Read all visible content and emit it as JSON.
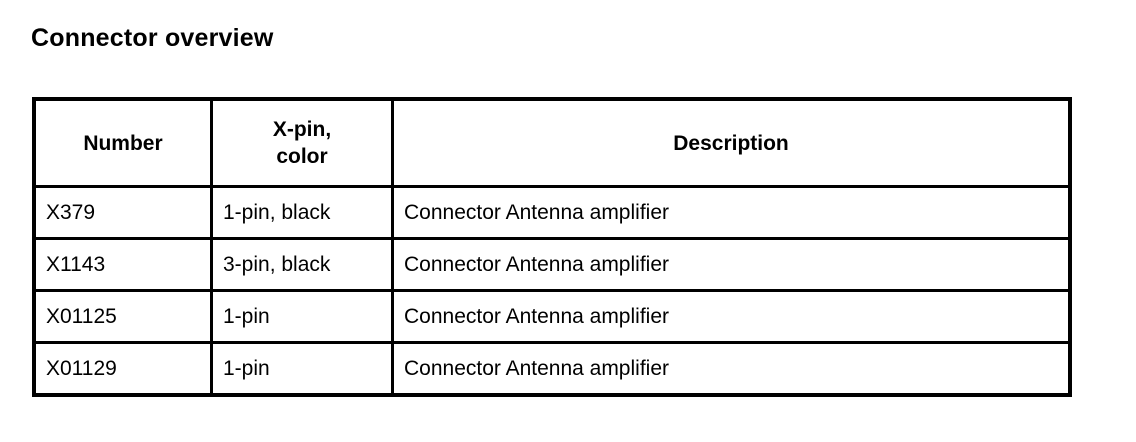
{
  "page_title": "Connector overview",
  "colors": {
    "text": "#000000",
    "background": "#ffffff",
    "table_border": "#000000"
  },
  "table": {
    "headers": {
      "number": "Number",
      "xpin_color": "X-pin,\ncolor",
      "description": "Description"
    },
    "rows": [
      {
        "number": "X379",
        "xpin": "1-pin, black",
        "description": "Connector Antenna amplifier"
      },
      {
        "number": "X1143",
        "xpin": "3-pin, black",
        "description": "Connector Antenna amplifier"
      },
      {
        "number": "X01125",
        "xpin": "1-pin",
        "description": "Connector Antenna amplifier"
      },
      {
        "number": "X01129",
        "xpin": "1-pin",
        "description": "Connector Antenna amplifier"
      }
    ]
  }
}
